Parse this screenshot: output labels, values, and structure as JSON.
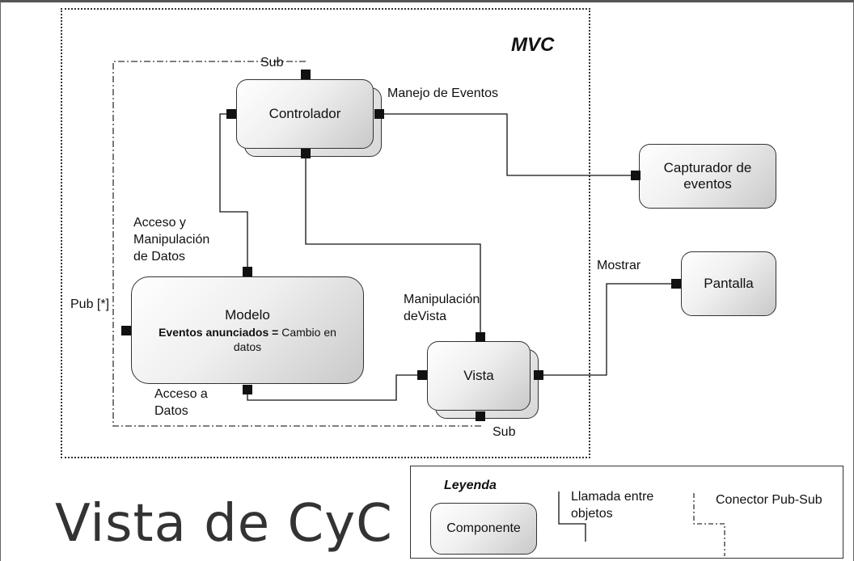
{
  "diagram": {
    "group_title": "MVC",
    "components": {
      "controlador": "Controlador",
      "capturador": "Capturador de eventos",
      "pantalla": "Pantalla",
      "modelo_title": "Modelo",
      "modelo_bold": "Eventos anunciados =",
      "modelo_rest": " Cambio en datos",
      "vista": "Vista"
    },
    "labels": {
      "sub_top": "Sub",
      "manejo_eventos": "Manejo de Eventos",
      "acceso_manip_1": "Acceso y",
      "acceso_manip_2": "Manipulación",
      "acceso_manip_3": "de Datos",
      "mostrar": "Mostrar",
      "manip_vista_1": "Manipulación",
      "manip_vista_2": "deVista",
      "pub": "Pub [*]",
      "acceso_datos_1": "Acceso a",
      "acceso_datos_2": "Datos",
      "sub_bottom": "Sub"
    }
  },
  "legend": {
    "title": "Leyenda",
    "component": "Componente",
    "call_1": "Llamada entre",
    "call_2": "objetos",
    "pubsub": "Conector Pub-Sub"
  },
  "page_title": "Vista de CyC"
}
